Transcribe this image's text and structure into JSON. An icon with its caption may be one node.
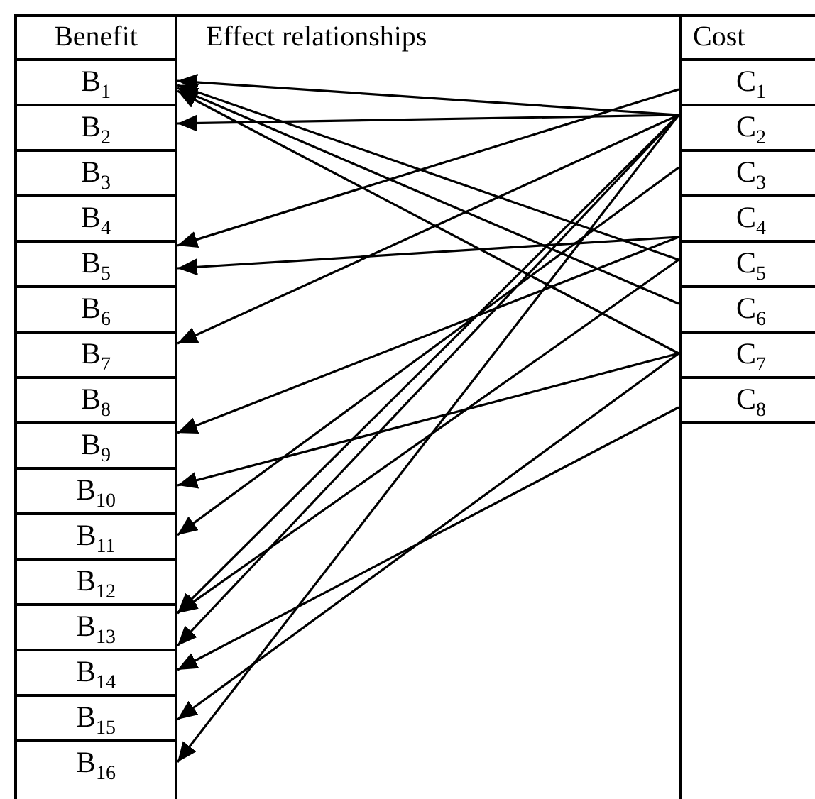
{
  "diagram": {
    "nodes": [
      {
        "text": [
          "Benefit"
        ]
      },
      {
        "text": [
          "Effect relationships"
        ]
      },
      {
        "text": [
          "Cost"
        ]
      },
      {
        "text": [
          "B$_{1}$"
        ]
      },
      {
        "text": [
          "B$_{2}$"
        ]
      },
      {
        "text": [
          "B$_{3}$"
        ]
      },
      {
        "text": [
          "B$_{4}$"
        ]
      },
      {
        "text": [
          "B$_{5}$"
        ]
      },
      {
        "text": [
          "B$_{6}$"
        ]
      },
      {
        "text": [
          "B$_{7}$"
        ]
      },
      {
        "text": [
          "B$_{8}$"
        ]
      },
      {
        "text": [
          "B$_{9}$"
        ]
      },
      {
        "text": [
          "B$_{10}$"
        ]
      },
      {
        "text": [
          "B$_{11}$"
        ]
      },
      {
        "text": [
          "B$_{12}$"
        ]
      },
      {
        "text": [
          "B$_{13}$"
        ]
      },
      {
        "text": [
          "B$_{14}$"
        ]
      },
      {
        "text": [
          "B$_{15}$"
        ]
      },
      {
        "text": [
          "B$_{16}$"
        ]
      },
      {
        "text": [
          "C$_{1}$"
        ]
      },
      {
        "text": [
          "C$_{2}$"
        ]
      },
      {
        "text": [
          "C$_{3}$"
        ]
      },
      {
        "text": [
          "C$_{4}$"
        ]
      },
      {
        "text": [
          "C$_{5}$"
        ]
      },
      {
        "text": [
          "C$_{6}$"
        ]
      },
      {
        "text": [
          "C$_{7}$"
        ]
      },
      {
        "text": [
          "C$_{8}$"
        ]
      }
    ],
    "edges": [
      {
        "from": 20,
        "to": 3,
        "arrow": "to"
      },
      {
        "from": 23,
        "to": 3,
        "arrow": "to"
      },
      {
        "from": 24,
        "to": 3,
        "arrow": "to"
      },
      {
        "from": 25,
        "to": 3,
        "arrow": "to"
      },
      {
        "from": 20,
        "to": 4,
        "arrow": "to"
      },
      {
        "from": 19,
        "to": 7,
        "arrow": "to"
      },
      {
        "from": 22,
        "to": 7,
        "arrow": "to"
      },
      {
        "from": 20,
        "to": 9,
        "arrow": "to"
      },
      {
        "from": 22,
        "to": 11,
        "arrow": "to"
      },
      {
        "from": 25,
        "to": 12,
        "arrow": "to"
      },
      {
        "from": 21,
        "to": 13,
        "arrow": "to"
      },
      {
        "from": 20,
        "to": 15,
        "arrow": "to"
      },
      {
        "from": 23,
        "to": 15,
        "arrow": "to"
      },
      {
        "from": 20,
        "to": 16,
        "arrow": "to"
      },
      {
        "from": 26,
        "to": 16,
        "arrow": "to"
      },
      {
        "from": 25,
        "to": 17,
        "arrow": "to"
      },
      {
        "from": 20,
        "to": 18,
        "arrow": "to"
      }
    ]
  }
}
